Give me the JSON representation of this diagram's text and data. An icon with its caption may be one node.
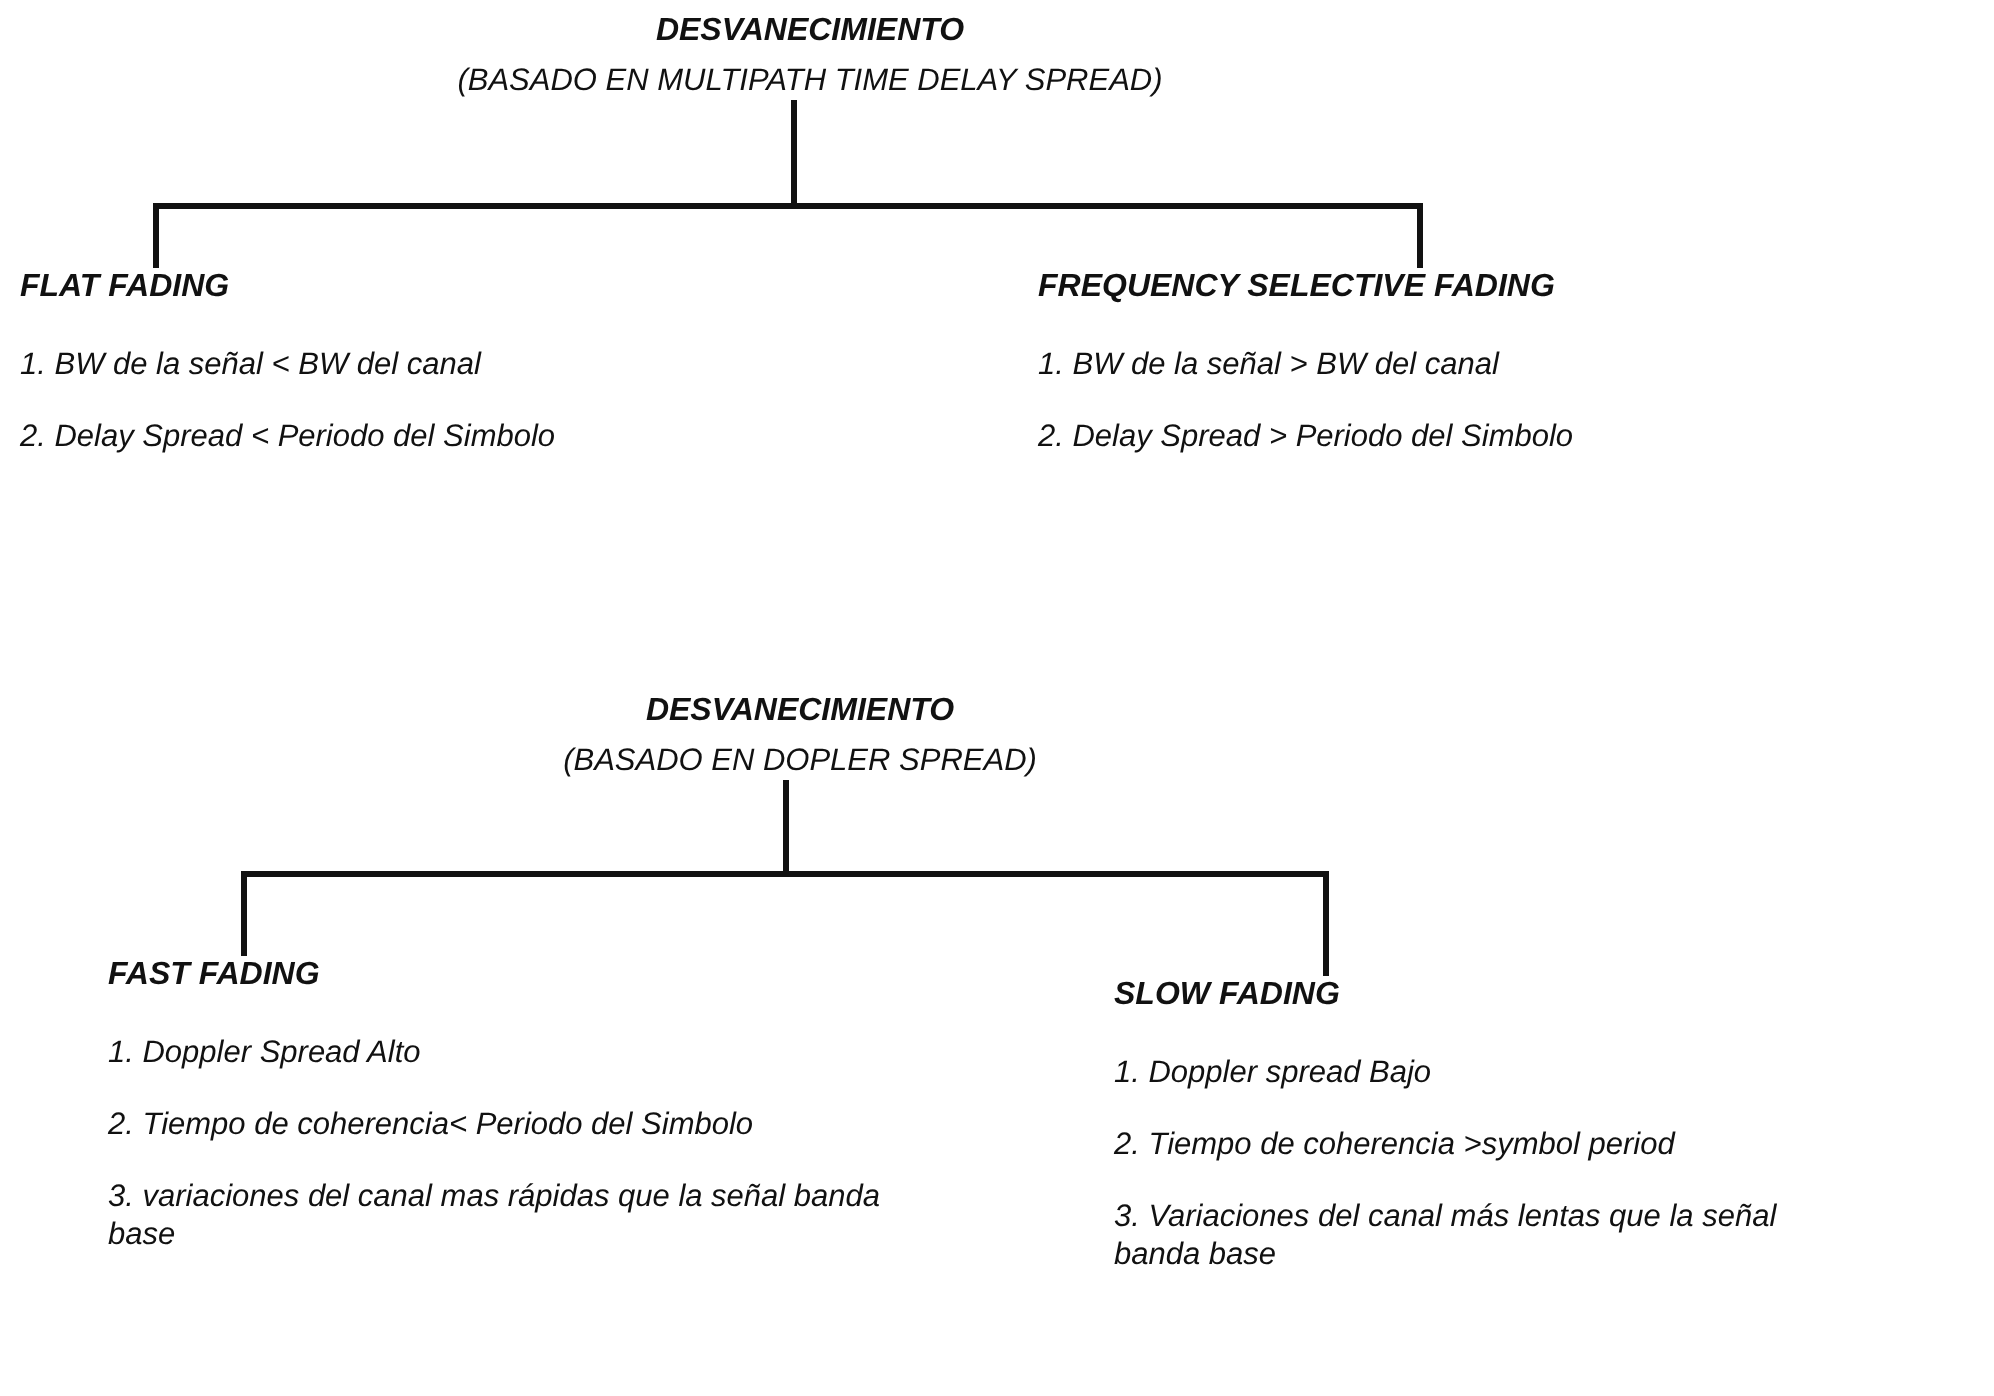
{
  "diagram": {
    "nodes": [
      {
        "text": [
          "DESVANECIMIENTO",
          "(BASADO EN MULTIPATH TIME DELAY SPREAD)"
        ]
      },
      {
        "text": [
          "FLAT FADING",
          "1. BW de la señal < BW del canal",
          "2. Delay Spread <  Periodo del Simbolo"
        ]
      },
      {
        "text": [
          "FREQUENCY SELECTIVE FADING",
          "1. BW de la señal > BW del canal",
          "2. Delay Spread >  Periodo del Simbolo"
        ]
      },
      {
        "text": [
          "DESVANECIMIENTO",
          "(BASADO EN DOPLER SPREAD)"
        ]
      },
      {
        "text": [
          "FAST FADING",
          "1. Doppler Spread Alto",
          "2. Tiempo de coherencia< Periodo del Simbolo",
          "3. variaciones del canal mas rápidas que la señal banda base"
        ]
      },
      {
        "text": [
          "SLOW FADING",
          "1.  Doppler spread Bajo",
          "2. Tiempo de coherencia >symbol period",
          "3. Variaciones del canal más lentas que la señal banda base"
        ]
      }
    ],
    "edges": [
      {
        "from": 0,
        "to": 1,
        "arrow": "none"
      },
      {
        "from": 0,
        "to": 2,
        "arrow": "none"
      },
      {
        "from": 3,
        "to": 4,
        "arrow": "none"
      },
      {
        "from": 3,
        "to": 5,
        "arrow": "none"
      }
    ]
  }
}
